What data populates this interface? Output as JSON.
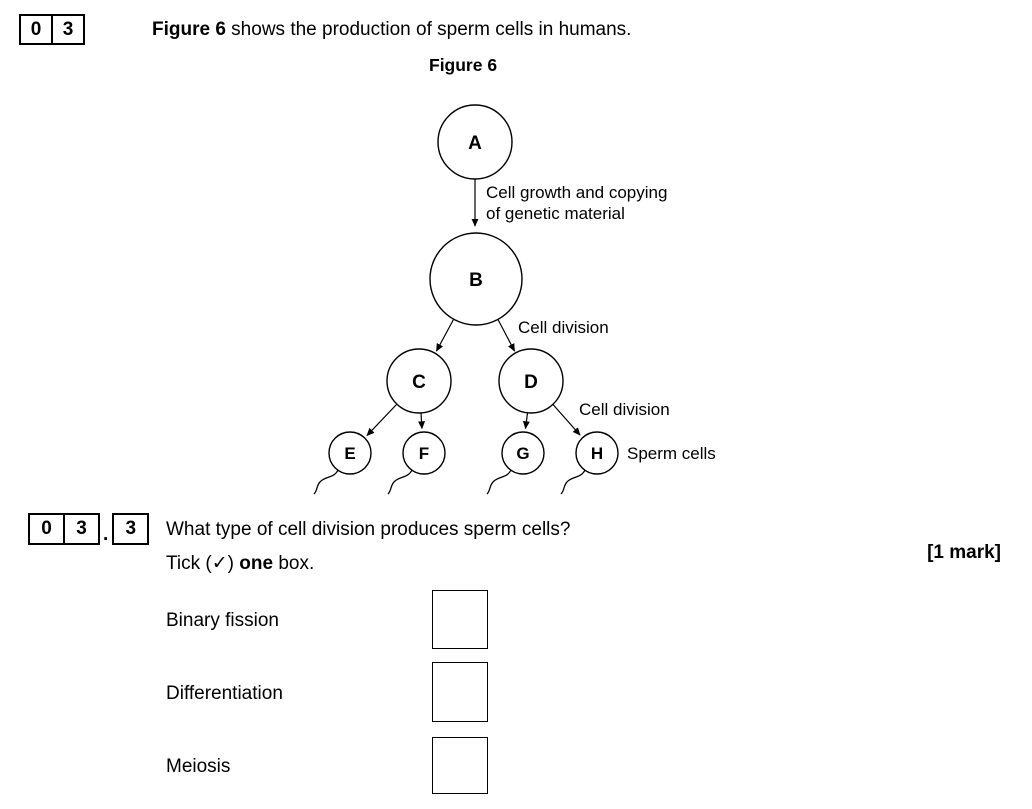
{
  "header": {
    "question_number": [
      "0",
      "3"
    ],
    "intro_bold": "Figure 6",
    "intro_rest": " shows the production of sperm cells in humans."
  },
  "figure": {
    "title": "Figure 6",
    "node_labels": [
      "A",
      "B",
      "C",
      "D",
      "E",
      "F",
      "G",
      "H"
    ],
    "annotations": {
      "growth_line1": "Cell growth and copying",
      "growth_line2": "of genetic material",
      "division_1": "Cell division",
      "division_2": "Cell division",
      "sperm_cells": "Sperm cells"
    }
  },
  "subquestion": {
    "question_number": [
      "0",
      "3"
    ],
    "separator": ".",
    "part_number": "3",
    "text": "What type of cell division produces sperm cells?",
    "tick_pre": "Tick (",
    "tick_glyph": "✓",
    "tick_mid": ") ",
    "tick_bold": "one",
    "tick_post": " box.",
    "marks": "[1 mark]"
  },
  "options": [
    {
      "label": "Binary fission",
      "checked": false
    },
    {
      "label": "Differentiation",
      "checked": false
    },
    {
      "label": "Meiosis",
      "checked": false
    }
  ],
  "colors": {
    "ink": "#000000",
    "paper": "#ffffff"
  }
}
